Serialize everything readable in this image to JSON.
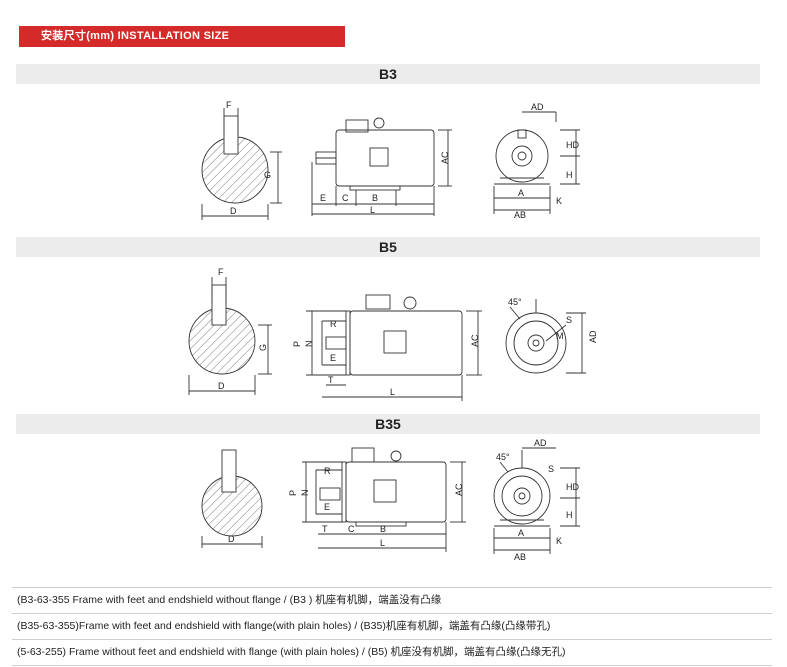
{
  "banner": {
    "title": "安装尺寸(mm) INSTALLATION SIZE"
  },
  "sections": {
    "b3": {
      "title": "B3",
      "shaft": {
        "f": "F",
        "g": "G",
        "d": "D"
      },
      "side": {
        "ac": "AC",
        "e": "E",
        "c": "C",
        "b": "B",
        "l": "L"
      },
      "front": {
        "ad": "AD",
        "hd": "HD",
        "h": "H",
        "a": "A",
        "ab": "AB",
        "k": "K"
      }
    },
    "b5": {
      "title": "B5",
      "shaft": {
        "f": "F",
        "g": "G",
        "d": "D"
      },
      "side": {
        "p": "P",
        "n": "N",
        "r": "R",
        "e": "E",
        "t": "T",
        "l": "L",
        "ac": "AC"
      },
      "front": {
        "deg": "45°",
        "m": "M",
        "s": "S",
        "ad": "AD"
      }
    },
    "b35": {
      "title": "B35",
      "shaft": {
        "d": "D"
      },
      "side": {
        "p": "P",
        "n": "N",
        "r": "R",
        "e": "E",
        "t": "T",
        "c": "C",
        "b": "B",
        "l": "L",
        "ac": "AC"
      },
      "front": {
        "deg": "45°",
        "s": "S",
        "ad": "AD",
        "hd": "HD",
        "h": "H",
        "a": "A",
        "ab": "AB",
        "k": "K"
      }
    }
  },
  "notes": [
    "(B3-63-355 Frame with feet and endshield without flange / (B3 ) 机座有机脚，端盖没有凸缘",
    "(B35-63-355)Frame with feet and endshield with flange(with plain holes) / (B35)机座有机脚，端盖有凸缘(凸缘带孔)",
    "(5-63-255) Frame without feet and endshield with flange (with plain holes) / (B5) 机座没有机脚，端盖有凸缘(凸缘无孔)"
  ]
}
